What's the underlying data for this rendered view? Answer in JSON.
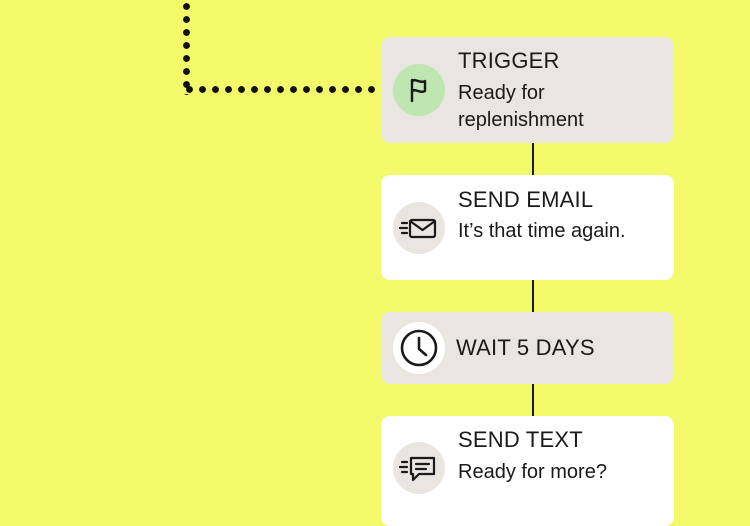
{
  "steps": [
    {
      "title": "TRIGGER",
      "subtitle_line1": "Ready for",
      "subtitle_line2": "replenishment",
      "icon": "flag-icon"
    },
    {
      "title": "SEND EMAIL",
      "subtitle": "It’s that time again.",
      "icon": "email-send-icon"
    },
    {
      "title": "WAIT 5 DAYS",
      "icon": "clock-icon"
    },
    {
      "title": "SEND TEXT",
      "subtitle": "Ready for more?",
      "icon": "text-message-icon"
    }
  ],
  "colors": {
    "background": "#F3FA6A",
    "card_grey": "#E9E6E1",
    "card_white": "#FFFFFF",
    "trigger_icon_bg": "#BFE5B1",
    "ink": "#1A1A1A"
  }
}
